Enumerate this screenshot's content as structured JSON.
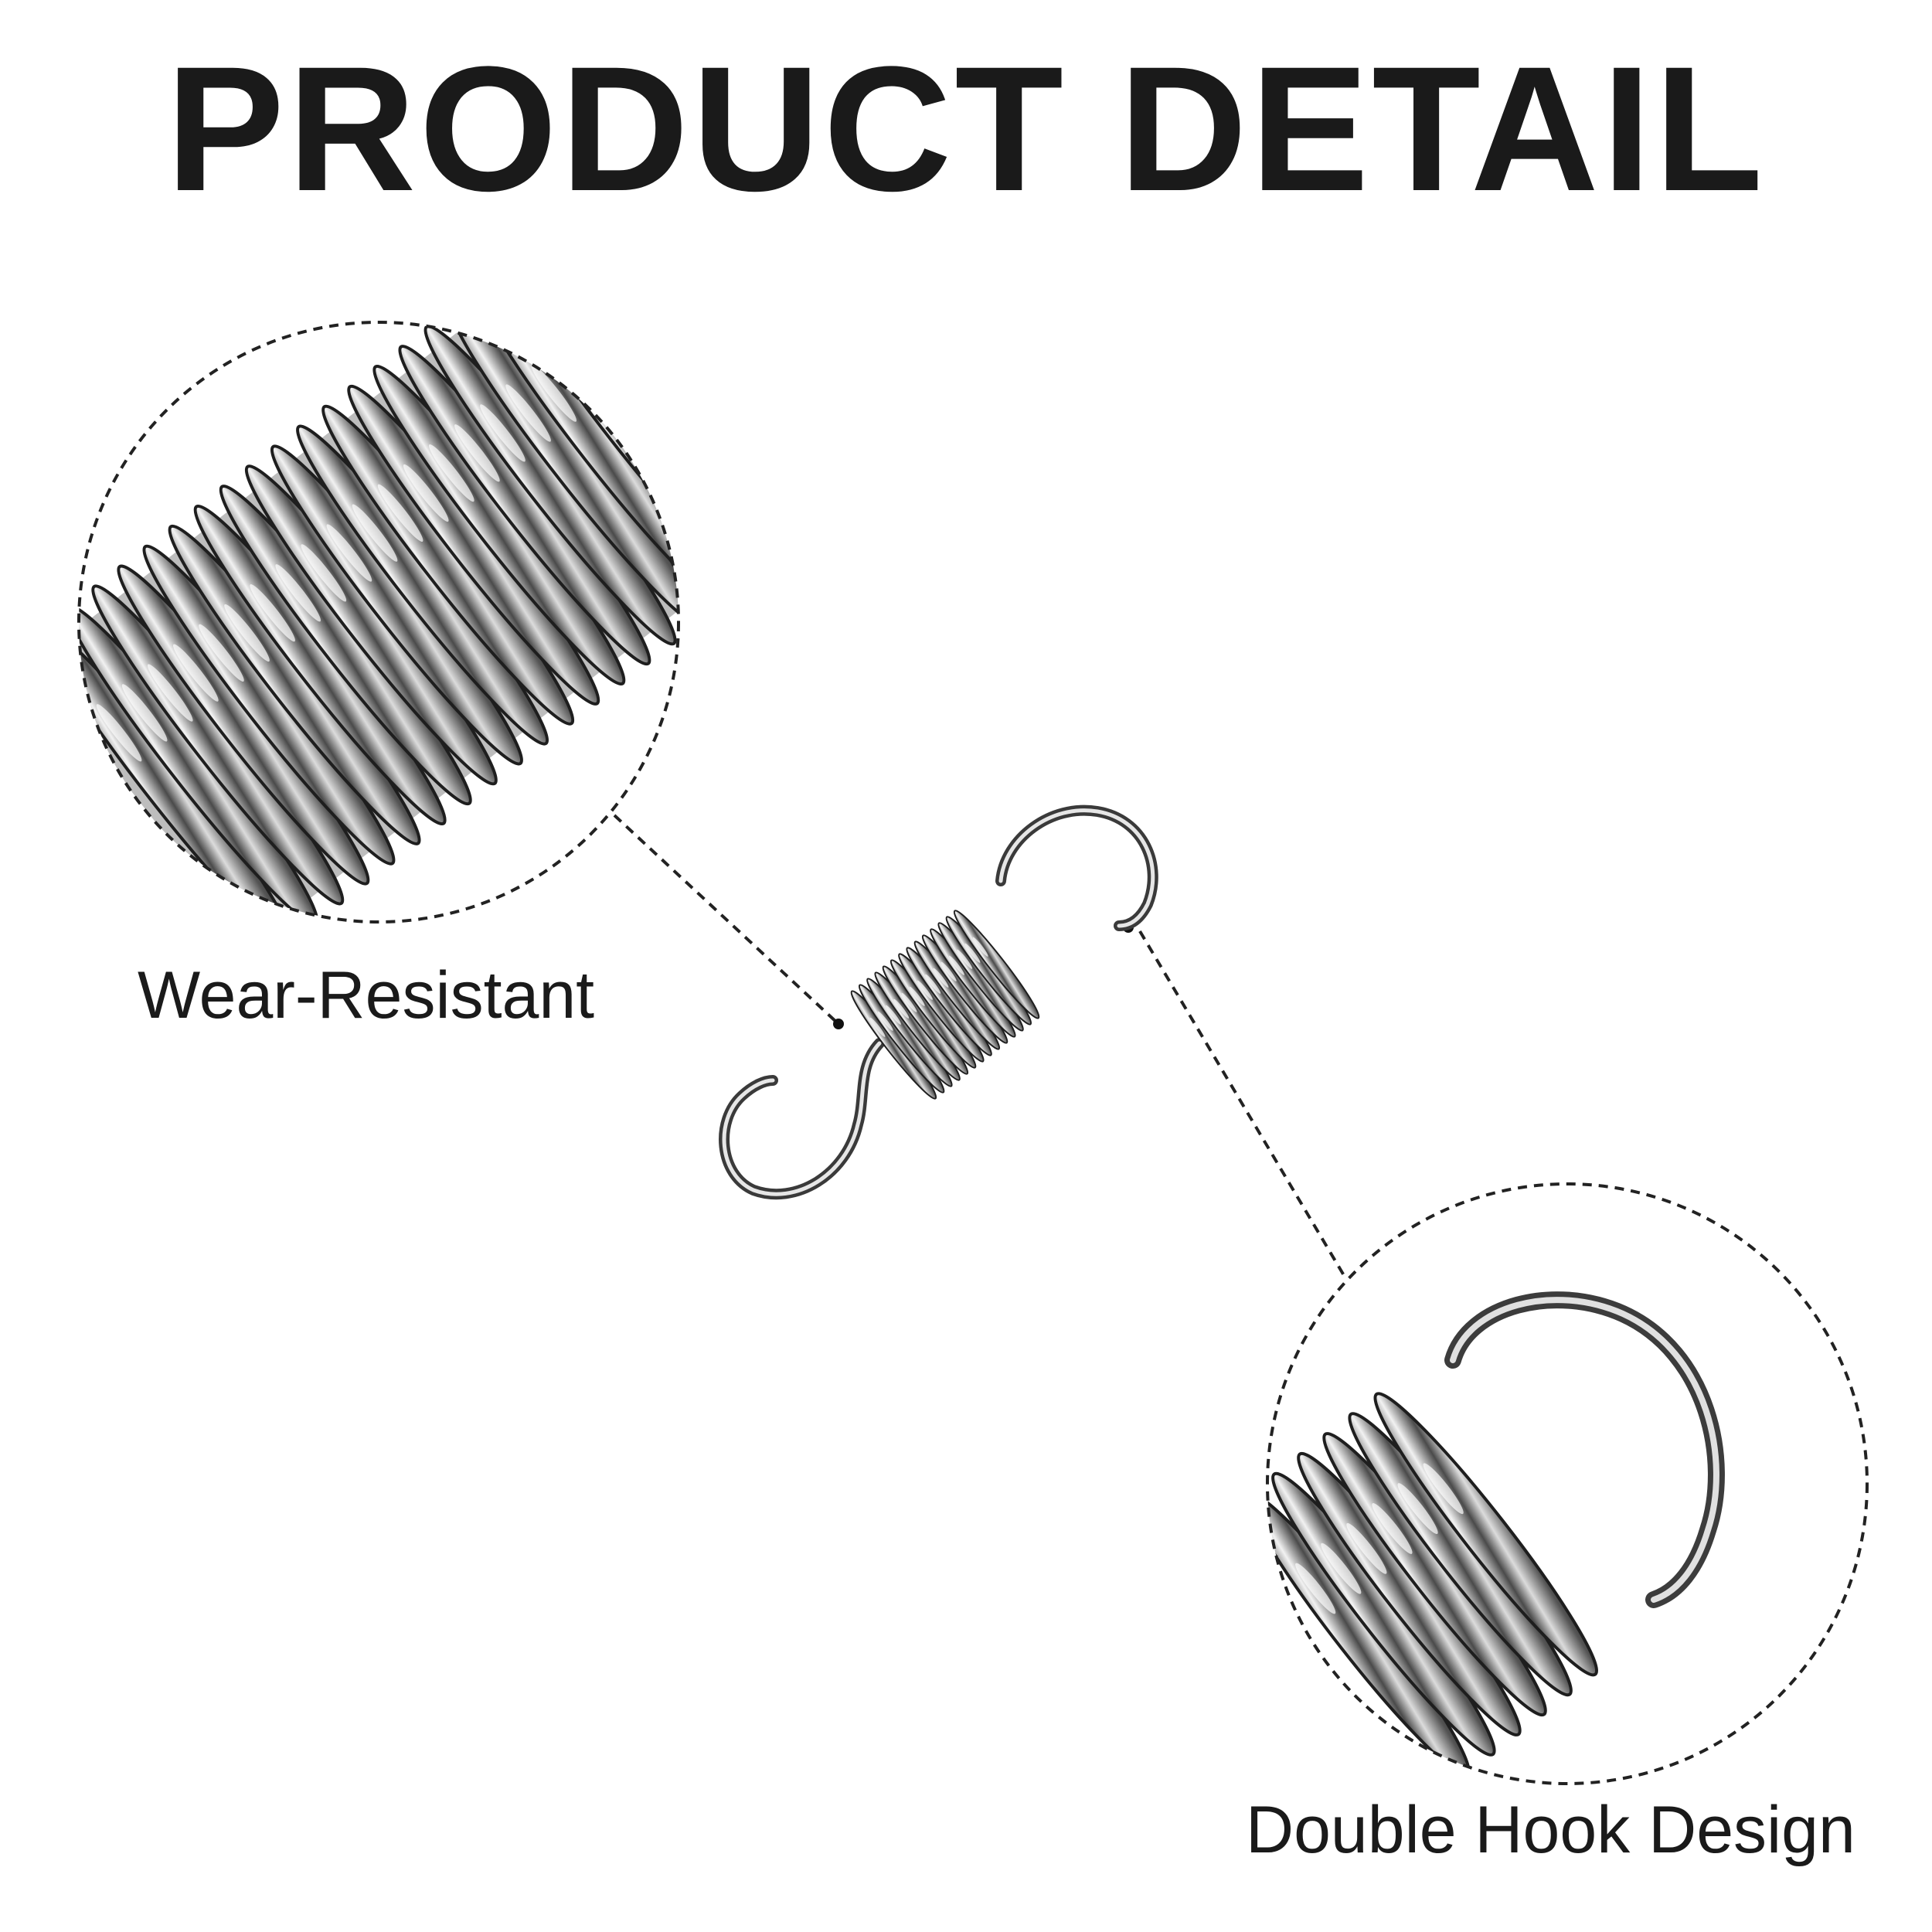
{
  "header": {
    "title": "PRODUCT DETAIL"
  },
  "callouts": [
    {
      "label": "Wear-Resistant",
      "icon": "spring-coil-closeup"
    },
    {
      "label": "Double Hook Design",
      "icon": "spring-hook-closeup"
    }
  ],
  "product": {
    "icon": "extension-spring-double-hook"
  },
  "colors": {
    "text": "#1a1a1a",
    "metal_dark": "#3a3a3a",
    "metal_light": "#e6e6e6"
  }
}
